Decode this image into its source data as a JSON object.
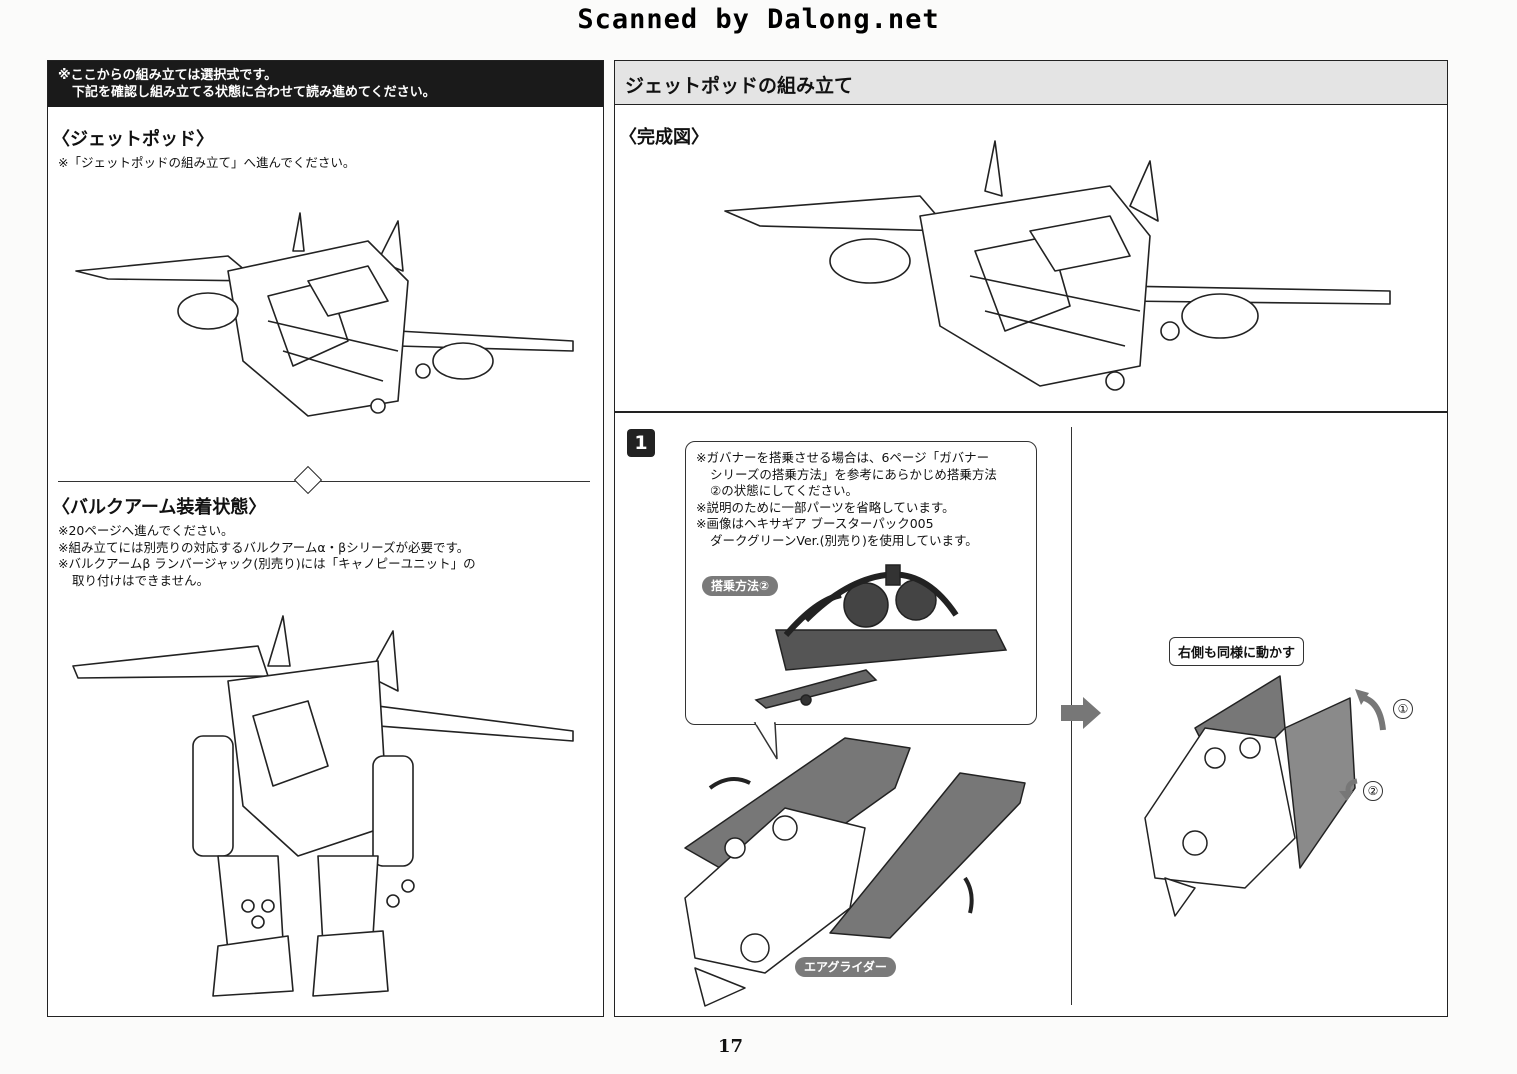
{
  "watermark": "Scanned by Dalong.net",
  "left": {
    "header": {
      "line1": "※ここからの組み立ては選択式です。",
      "line2": "下記を確認し組み立てる状態に合わせて読み進めてください。"
    },
    "jetpod": {
      "title": "〈ジェットポッド〉",
      "note": "※「ジェットポッドの組み立て」へ進んでください。"
    },
    "bulkarm": {
      "title": "〈バルクアーム装着状態〉",
      "notes": [
        "※20ページへ進んでください。",
        "※組み立てには別売りの対応するバルクアームα・βシリーズが必要です。",
        "※バルクアームβ ランバージャック(別売り)には「キャノピーユニット」の",
        "取り付けはできません。"
      ]
    }
  },
  "right": {
    "section_title": "ジェットポッドの組み立て",
    "completed_title": "〈完成図〉",
    "step": {
      "number": "1",
      "notes": [
        "※ガバナーを搭乗させる場合は、6ページ「ガバナー",
        "シリーズの搭乗方法」を参考にあらかじめ搭乗方法",
        "②の状態にしてください。",
        "※説明のために一部パーツを省略しています。",
        "※画像はヘキサギア ブースターパック005",
        "ダークグリーンVer.(別売り)を使用しています。"
      ],
      "boarding_label": "搭乗方法②",
      "glider_label": "エアグライダー",
      "same_side_label": "右側も同様に動かす",
      "marker_1": "①",
      "marker_2": "②"
    }
  },
  "page_number": "17"
}
